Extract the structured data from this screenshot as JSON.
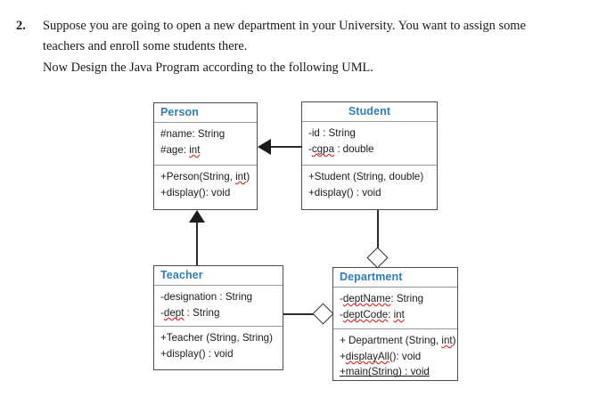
{
  "question": {
    "number": "2.",
    "lines": [
      "Suppose you are going to open a new department in your University. You want to assign some",
      "teachers and enroll some students there.",
      "Now Design the Java Program according to the following UML."
    ]
  },
  "diagram": {
    "title_color": "#2e7fb8",
    "line_color": "#2b2b2b",
    "classes": {
      "person": {
        "name": "Person",
        "attributes": [
          {
            "text": "#name: String"
          },
          {
            "pre": "#age: ",
            "sq": "int",
            "post": ""
          }
        ],
        "methods": [
          {
            "pre": "+Person(String, ",
            "sq": "int",
            "post": ")"
          },
          {
            "text": "+display(): void"
          }
        ]
      },
      "student": {
        "name": "Student",
        "attributes": [
          {
            "text": "-id : String"
          },
          {
            "pre": "-",
            "sq": "cgpa",
            "post": " : double"
          }
        ],
        "methods": [
          {
            "text": "+Student (String, double)"
          },
          {
            "text": "+display() : void"
          }
        ]
      },
      "teacher": {
        "name": "Teacher",
        "attributes": [
          {
            "text": "-designation : String"
          },
          {
            "pre": "-",
            "sq": "dept",
            "post": " : String"
          }
        ],
        "methods": [
          {
            "text": "+Teacher (String, String)"
          },
          {
            "text": "+display() : void"
          }
        ]
      },
      "department": {
        "name": "Department",
        "attributes": [
          {
            "pre": "-",
            "sq": "deptName",
            "post": ": String"
          },
          {
            "pre": "-",
            "sq": "deptCode",
            "post": ": ",
            "sq2": "int"
          }
        ],
        "methods": [
          {
            "pre": "+ Department (String, ",
            "sq": "int",
            "post": ")"
          },
          {
            "pre": "+",
            "sq": "displayAll",
            "post": "(): void"
          },
          {
            "st": "+main(String) : void"
          }
        ]
      }
    },
    "relations": [
      {
        "name": "student-inherits-person",
        "kind": "generalization"
      },
      {
        "name": "teacher-inherits-person",
        "kind": "generalization"
      },
      {
        "name": "department-aggregates-student",
        "kind": "aggregation"
      },
      {
        "name": "department-aggregates-teacher",
        "kind": "aggregation"
      }
    ]
  }
}
